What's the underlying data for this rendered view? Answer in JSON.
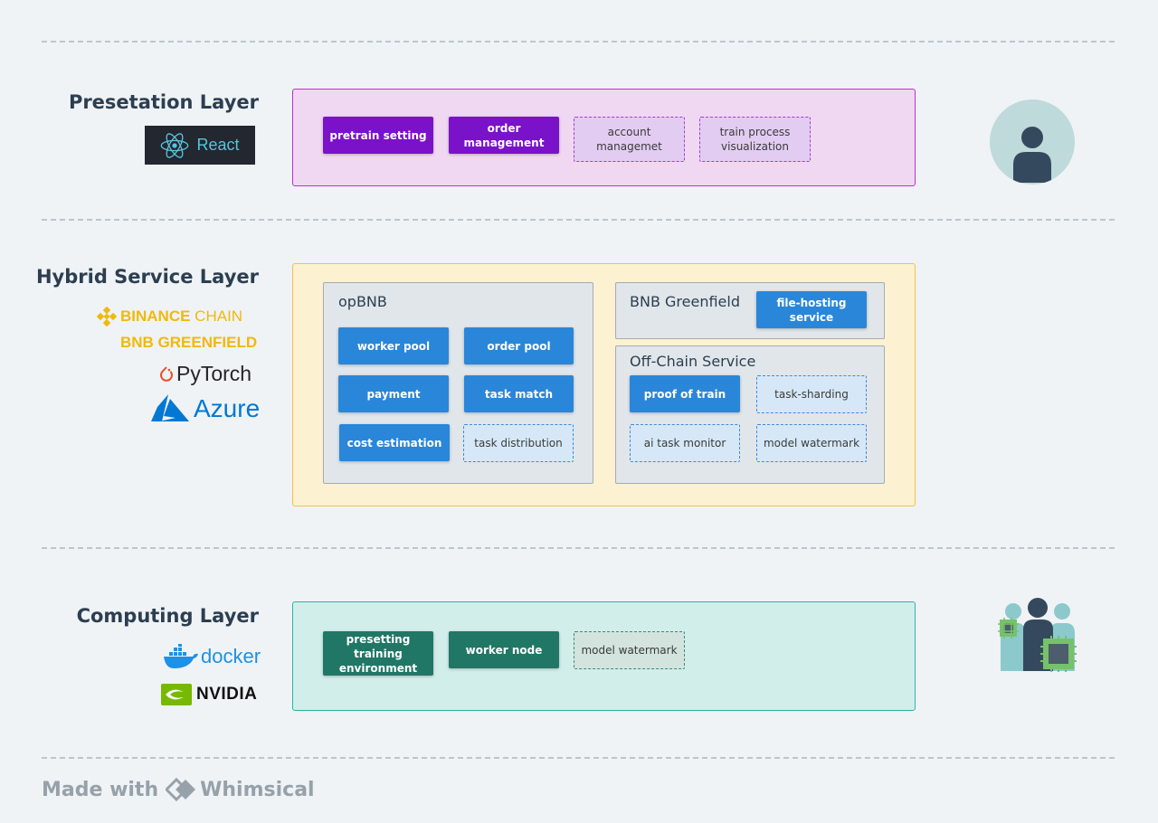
{
  "presentation": {
    "title": "Presetation Layer",
    "logo_react": "React",
    "items": [
      "pretrain setting",
      "order management",
      "account\nmanagemet",
      "train process\nvisualization"
    ]
  },
  "hybrid": {
    "title": "Hybrid Service Layer",
    "logos": {
      "binance_bold": "BINANCE",
      "binance_light": " CHAIN",
      "bnb_greenfield": "BNB GREENFIELD",
      "pytorch": "PyTorch",
      "azure": "Azure"
    },
    "opbnb": {
      "title": "opBNB",
      "items": [
        "worker pool",
        "order pool",
        "payment",
        "task match",
        "cost estimation",
        "task distribution"
      ]
    },
    "greenfield": {
      "title": "BNB Greenfield",
      "item": "file-hosting service"
    },
    "offchain": {
      "title": "Off-Chain Service",
      "items": [
        "proof of train",
        "task-sharding",
        "ai task monitor",
        "model watermark"
      ]
    }
  },
  "computing": {
    "title": "Computing Layer",
    "logos": {
      "docker": "docker",
      "nvidia": "NVIDIA"
    },
    "items": [
      "presetting training\nenvironment",
      "worker node",
      "model watermark"
    ]
  },
  "footer": {
    "made_with": "Made with",
    "brand": "Whimsical"
  },
  "colors": {
    "presentation_bg": "#f0d8f3",
    "presentation_border": "#c42bd4",
    "hybrid_bg": "#fcf1d1",
    "hybrid_border": "#f0c443",
    "computing_bg": "#d2eeeb",
    "computing_border": "#2bb3a5",
    "purple": "#7a12c9",
    "blue": "#2a86d9",
    "green": "#207765"
  },
  "icons": [
    "react-icon",
    "user-avatar-icon",
    "binance-icon",
    "pytorch-icon",
    "azure-icon",
    "docker-icon",
    "nvidia-icon",
    "people-chip-icon",
    "whimsical-icon"
  ]
}
